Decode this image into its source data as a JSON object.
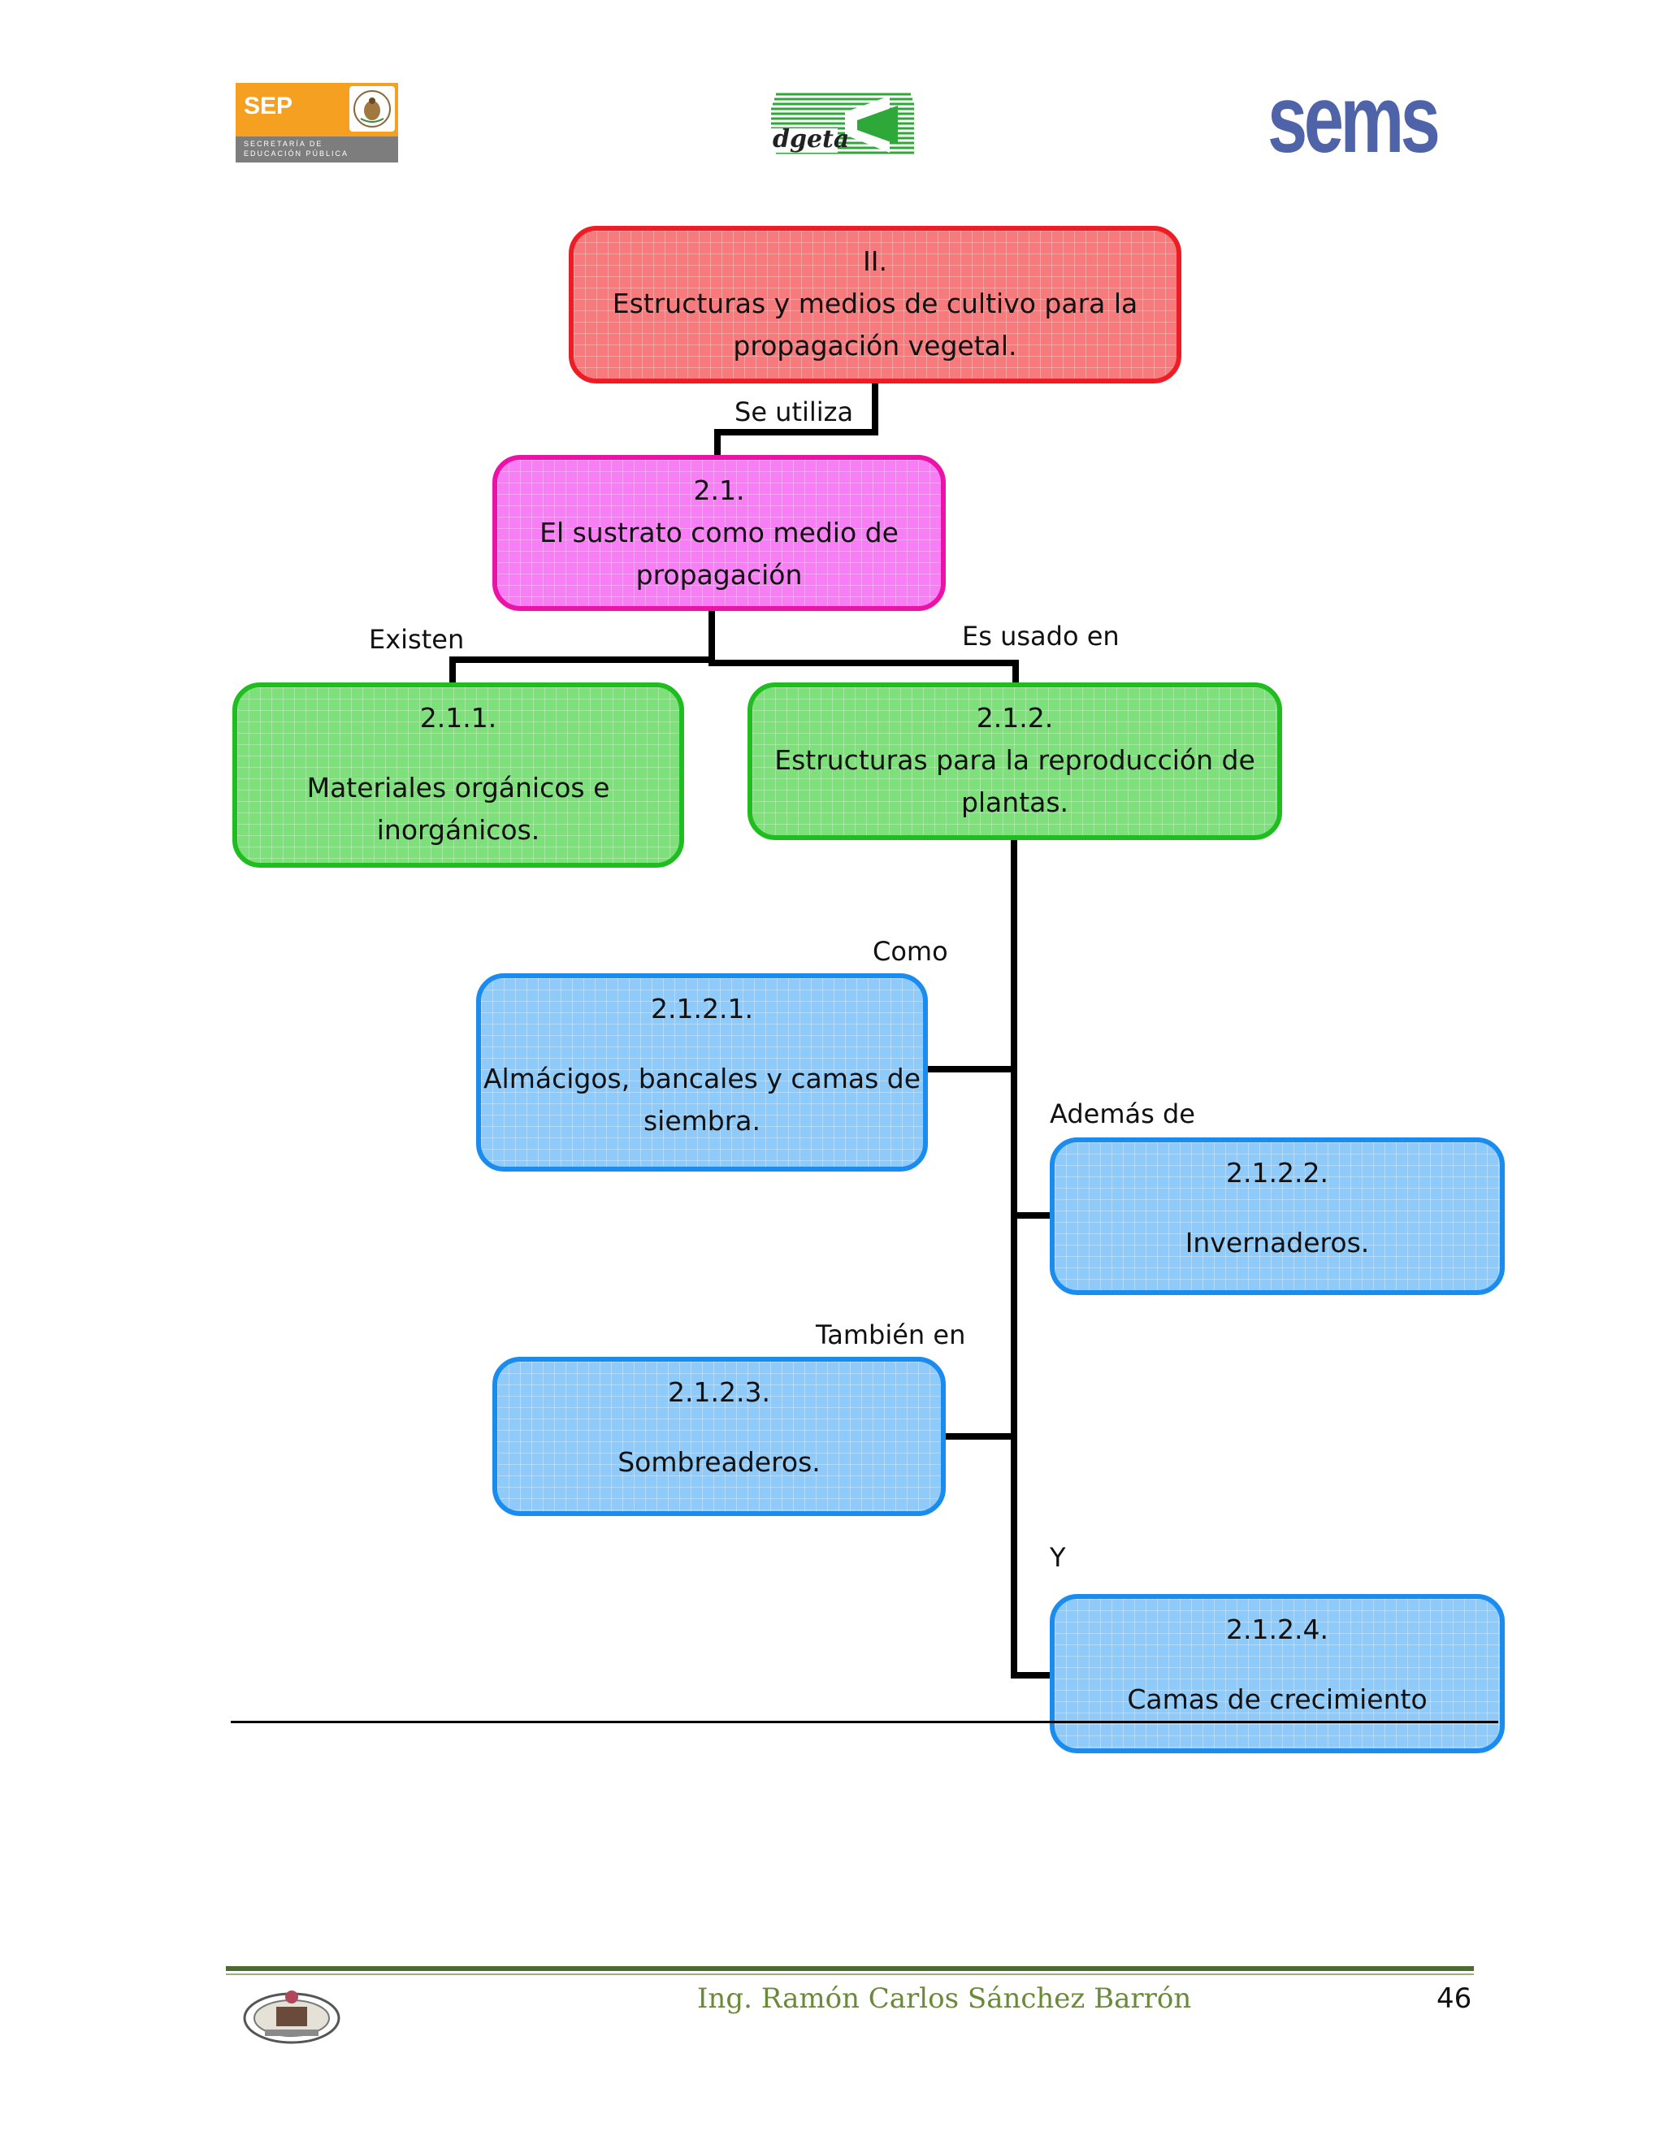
{
  "header": {
    "sep_logo": {
      "word": "SEP",
      "subtitle_line1": "SECRETARÍA DE",
      "subtitle_line2": "EDUCACIÓN PÚBLICA"
    },
    "dgeta_logo": {
      "word": "dgeta"
    },
    "sems_logo": {
      "word": "sems"
    }
  },
  "diagram": {
    "root": {
      "line1": "II.",
      "line2": "Estructuras y medios de cultivo para la",
      "line3": "propagación vegetal."
    },
    "n21": {
      "line1": "2.1.",
      "line2": "El sustrato como medio de",
      "line3": "propagación"
    },
    "n211": {
      "line1": "2.1.1.",
      "line2": "Materiales orgánicos e",
      "line3": "inorgánicos."
    },
    "n212": {
      "line1": "2.1.2.",
      "line2": "Estructuras para la reproducción de",
      "line3": "plantas."
    },
    "n2121": {
      "line1": "2.1.2.1.",
      "line2": "Almácigos, bancales y camas de",
      "line3": "siembra."
    },
    "n2122": {
      "line1": "2.1.2.2.",
      "line2": "Invernaderos."
    },
    "n2123": {
      "line1": "2.1.2.3.",
      "line2": "Sombreaderos."
    },
    "n2124": {
      "line1": "2.1.2.4.",
      "line2": "Camas de crecimiento"
    },
    "connectors": {
      "se_utiliza": "Se utiliza",
      "existen": "Existen",
      "es_usado_en": "Es usado en",
      "como": "Como",
      "ademas_de": "Además de",
      "tambien_en": "También en",
      "y": "Y"
    },
    "colors": {
      "red": "#ee1c25",
      "pink": "#ec12a8",
      "green": "#1fbd1f",
      "blue": "#1a8cf0"
    }
  },
  "footer": {
    "author": "Ing. Ramón Carlos Sánchez Barrón",
    "page_number": "46"
  }
}
